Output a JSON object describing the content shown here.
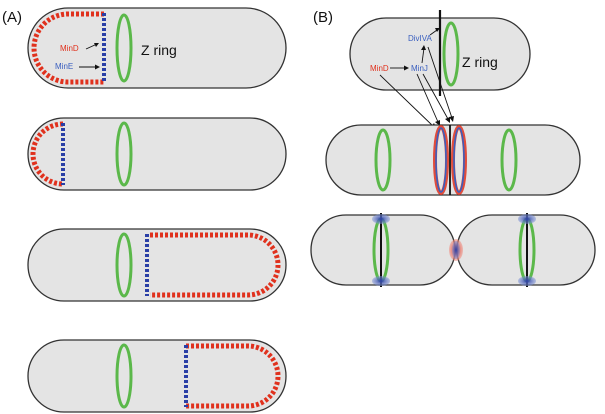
{
  "panel_a": {
    "label": "(A)",
    "z_ring_label": "Z ring",
    "mind_label": "MinD",
    "mine_label": "MinE"
  },
  "panel_b": {
    "label": "(B)",
    "z_ring_label": "Z ring",
    "divlva_label": "DivIVA",
    "minj_label": "MinJ",
    "mind_label": "MinD"
  },
  "colors": {
    "cell_fill": "#e4e4e4",
    "cell_stroke": "#333333",
    "z_ring": "#5bb84a",
    "mind_red": "#e0311d",
    "mine_blue": "#2a3fa6",
    "divlva_blue": "#3a5fbf"
  }
}
